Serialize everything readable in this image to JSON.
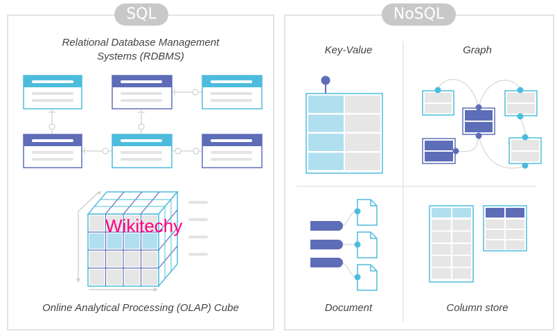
{
  "sql": {
    "badge": "SQL",
    "rdbms_title_line1": "Relational Database Management",
    "rdbms_title_line2": "Systems (RDBMS)",
    "olap_caption": "Online Analytical Processing (OLAP) Cube"
  },
  "nosql": {
    "badge": "NoSQL",
    "quadrants": [
      {
        "label": "Key-Value"
      },
      {
        "label": "Graph"
      },
      {
        "label": "Document"
      },
      {
        "label": "Column store"
      }
    ]
  },
  "watermark": "Wikitechy",
  "colors": {
    "cyan": "#4dbcdc",
    "indigo": "#5e6db8",
    "light_blue": "#b0dff0",
    "gray_cell": "#e6e6e6",
    "line_gray": "#d8d8d8",
    "badge_gray": "#c8c8c8",
    "watermark": "#ff0080"
  }
}
